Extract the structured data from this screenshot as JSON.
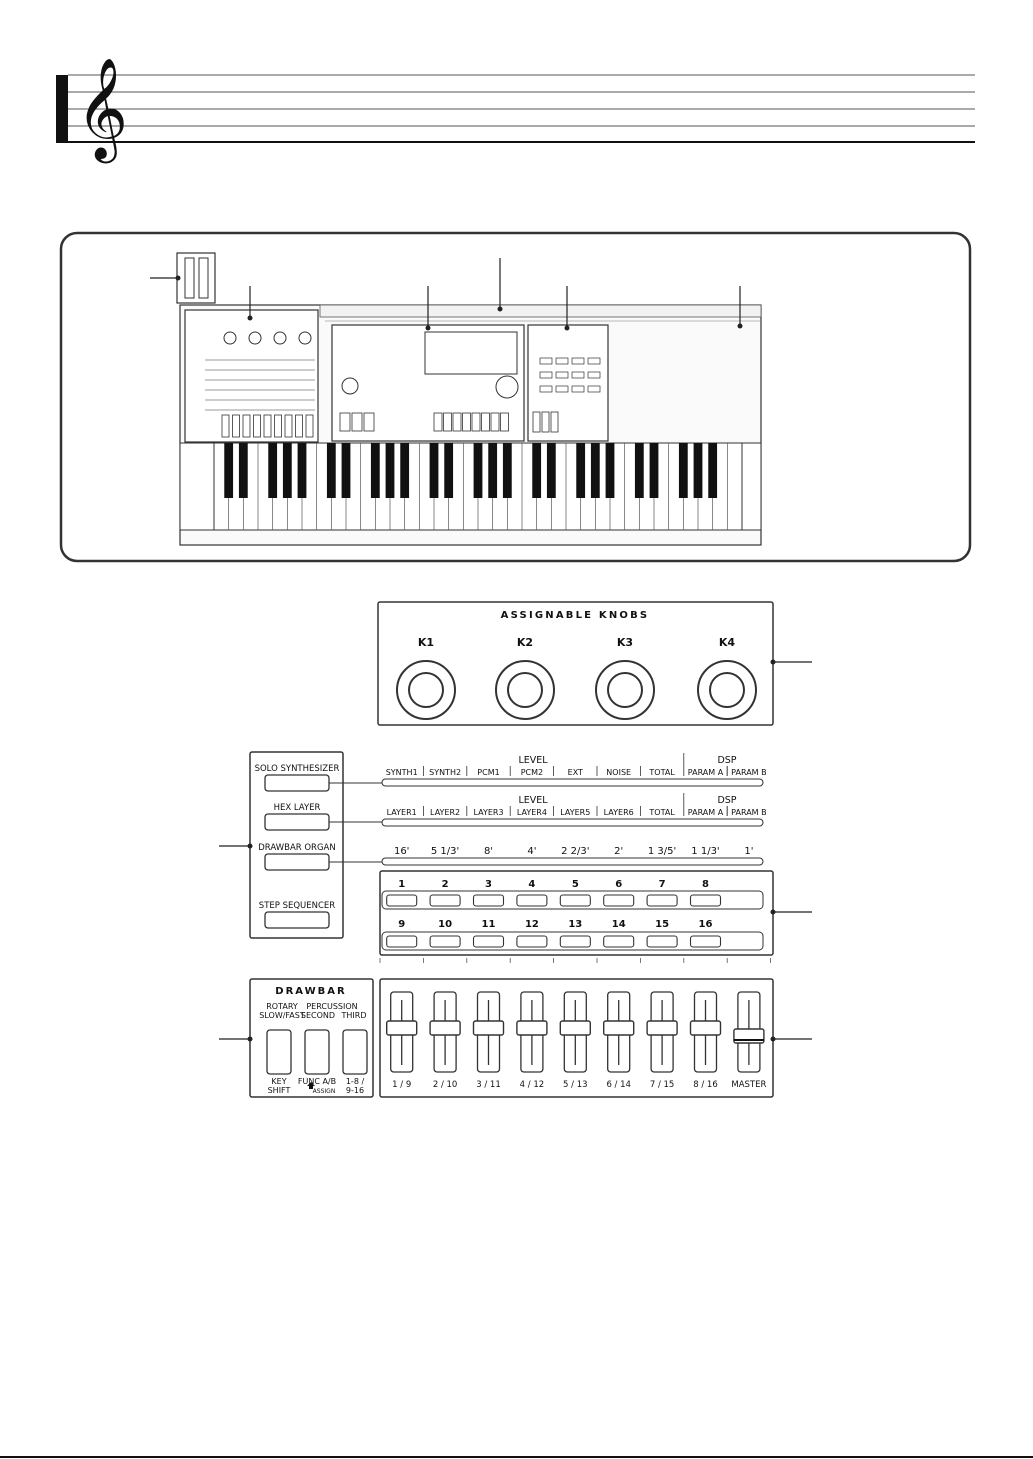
{
  "knobs_panel": {
    "title": "ASSIGNABLE KNOBS",
    "knobs": [
      "K1",
      "K2",
      "K3",
      "K4"
    ]
  },
  "mode_buttons": [
    "SOLO SYNTHESIZER",
    "HEX LAYER",
    "DRAWBAR ORGAN",
    "STEP SEQUENCER"
  ],
  "solo_row": {
    "group_label": "LEVEL",
    "dsp_label": "DSP",
    "cols": [
      "SYNTH1",
      "SYNTH2",
      "PCM1",
      "PCM2",
      "EXT",
      "NOISE",
      "TOTAL",
      "PARAM A",
      "PARAM B"
    ]
  },
  "hex_row": {
    "group_label": "LEVEL",
    "dsp_label": "DSP",
    "cols": [
      "LAYER1",
      "LAYER2",
      "LAYER3",
      "LAYER4",
      "LAYER5",
      "LAYER6",
      "TOTAL",
      "PARAM A",
      "PARAM B"
    ]
  },
  "drawbar_row": {
    "cols": [
      "16'",
      "5 1/3'",
      "8'",
      "4'",
      "2 2/3'",
      "2'",
      "1 3/5'",
      "1 1/3'",
      "1'"
    ]
  },
  "step_numbers_top": [
    "1",
    "2",
    "3",
    "4",
    "5",
    "6",
    "7",
    "8"
  ],
  "step_numbers_bottom": [
    "9",
    "10",
    "11",
    "12",
    "13",
    "14",
    "15",
    "16"
  ],
  "drawbar_panel": {
    "title": "DRAWBAR",
    "rotary": [
      "ROTARY",
      "SLOW/FAST"
    ],
    "percussion": "PERCUSSION",
    "second": "SECOND",
    "third": "THIRD",
    "key_shift": [
      "KEY",
      "SHIFT"
    ],
    "func": "FUNC A/B",
    "assign": "ASSIGN",
    "range": [
      "1-8 /",
      "9-16"
    ]
  },
  "slider_labels": [
    "1 / 9",
    "2 / 10",
    "3 / 11",
    "4 / 12",
    "5 / 13",
    "6 / 14",
    "7 / 15",
    "8 / 16",
    "MASTER"
  ]
}
